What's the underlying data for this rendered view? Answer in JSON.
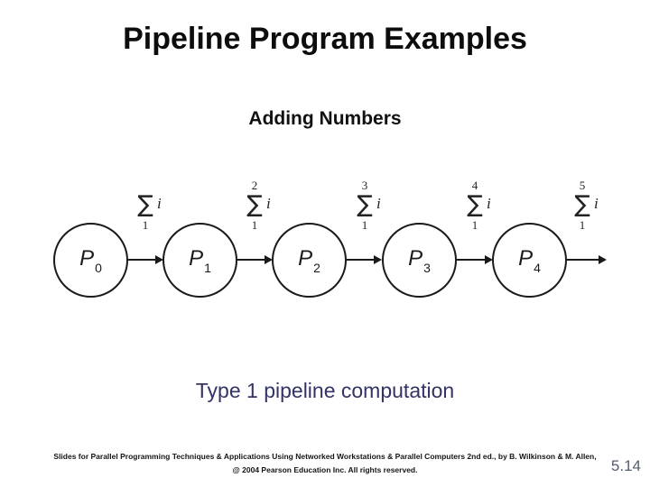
{
  "slide": {
    "title": "Pipeline Program Examples",
    "subtitle": "Adding Numbers",
    "caption": "Type 1 pipeline computation",
    "page_number": "5.14"
  },
  "footer": {
    "line1": "Slides for Parallel Programming Techniques & Applications Using Networked Workstations & Parallel Computers 2nd ed., by B. Wilkinson & M. Allen,",
    "line2": "@ 2004 Pearson Education Inc. All rights reserved."
  },
  "diagram": {
    "nodes": [
      {
        "label": "P",
        "sub": "0"
      },
      {
        "label": "P",
        "sub": "1"
      },
      {
        "label": "P",
        "sub": "2"
      },
      {
        "label": "P",
        "sub": "3"
      },
      {
        "label": "P",
        "sub": "4"
      }
    ],
    "sigmas": [
      {
        "upper": "",
        "sigma": "∑",
        "var": "i",
        "lower": "1"
      },
      {
        "upper": "2",
        "sigma": "∑",
        "var": "i",
        "lower": "1"
      },
      {
        "upper": "3",
        "sigma": "∑",
        "var": "i",
        "lower": "1"
      },
      {
        "upper": "4",
        "sigma": "∑",
        "var": "i",
        "lower": "1"
      },
      {
        "upper": "5",
        "sigma": "∑",
        "var": "i",
        "lower": "1"
      }
    ]
  },
  "colors": {
    "caption": "#333366",
    "page_number": "#555e70",
    "ink": "#1a1a1a"
  }
}
